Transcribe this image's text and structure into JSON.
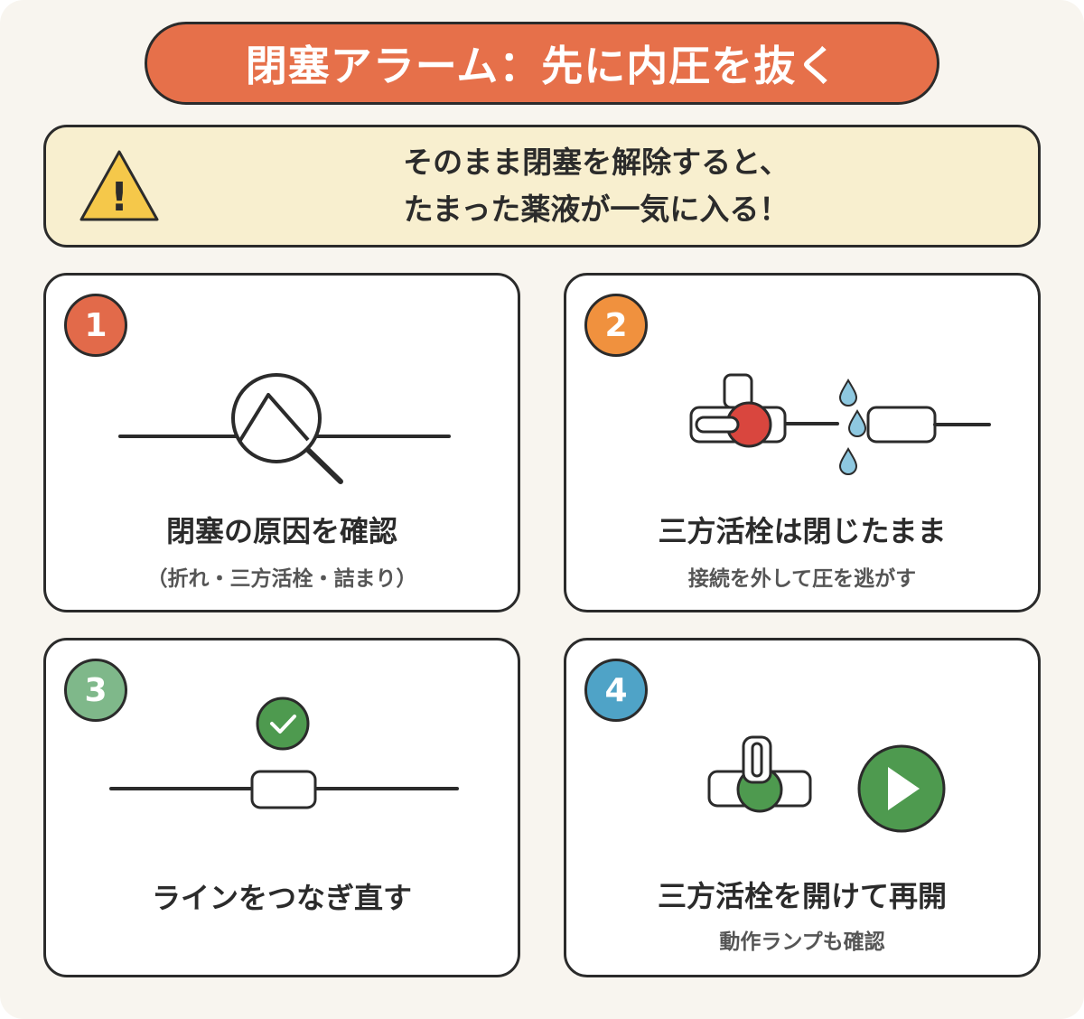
{
  "title": "閉塞アラーム：先に内圧を抜く",
  "warning": {
    "line1": "そのまま閉塞を解除すると、",
    "line2": "たまった薬液が一気に入る！",
    "icon_mark": "!"
  },
  "steps": [
    {
      "number": "1",
      "title": "閉塞の原因を確認",
      "subtitle": "（折れ・三方活栓・詰まり）",
      "color": "#e26a4a"
    },
    {
      "number": "2",
      "title": "三方活栓は閉じたまま",
      "subtitle": "接続を外して圧を逃がす",
      "color": "#f0913e"
    },
    {
      "number": "3",
      "title": "ラインをつなぎ直す",
      "subtitle": "",
      "color": "#7fb88a"
    },
    {
      "number": "4",
      "title": "三方活栓を開けて再開",
      "subtitle": "動作ランプも確認",
      "color": "#4fa3c7"
    }
  ],
  "colors": {
    "title_bg": "#e6704a",
    "warning_bg": "#f8efcf",
    "warning_icon": "#f5c84a",
    "stopcock_closed": "#d9463e",
    "stopcock_open": "#4e9a4f",
    "drop": "#8ec8e0",
    "check": "#4e9a4f"
  },
  "icons": {
    "warning": "warning-triangle-icon",
    "step1": "magnifier-kinked-line-icon",
    "step2": "closed-stopcock-disconnected-icon",
    "step3": "reconnected-line-check-icon",
    "step4": "open-stopcock-play-icon"
  }
}
